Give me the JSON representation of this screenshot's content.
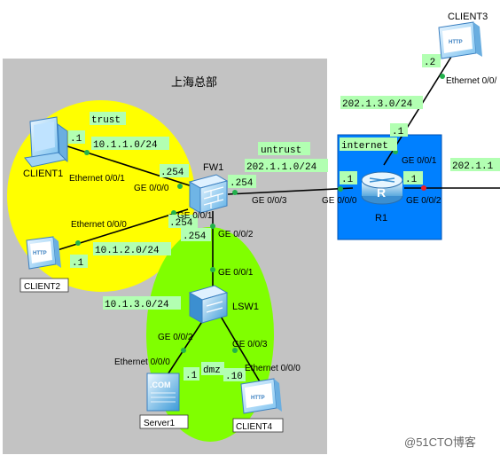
{
  "region": {
    "title": "上海总部"
  },
  "zones": {
    "trust": "trust",
    "untrust": "untrust",
    "dmz": "dmz",
    "internet": "internet"
  },
  "nets": {
    "trust1": "10.1.1.0/24",
    "trust2": "10.1.2.0/24",
    "dmz": "10.1.3.0/24",
    "untrust": "202.1.1.0/24",
    "client3": "202.1.3.0/24",
    "right": "202.1.1"
  },
  "devices": {
    "fw1": "FW1",
    "r1": "R1",
    "lsw1": "LSW1",
    "client1": "CLIENT1",
    "client2": "CLIENT2",
    "client3": "CLIENT3",
    "client4": "CLIENT4",
    "server1": "Server1",
    "server_badge": ".COM",
    "http": "HTTP",
    "router_glyph": "R"
  },
  "ports": {
    "c1_eth": "Ethernet 0/0/1",
    "fw_ge000": "GE 0/0/0",
    "fw_ge001": "GE 0/0/1",
    "c2_eth": "Ethernet 0/0/0",
    "fw_ge003": "GE 0/0/3",
    "r1_ge000": "GE 0/0/0",
    "r1_ge001": "GE 0/0/1",
    "r1_ge002": "GE 0/0/2",
    "fw_ge002": "GE 0/0/2",
    "lsw_ge001": "GE 0/0/1",
    "lsw_ge002": "GE 0/0/2",
    "lsw_ge003": "GE 0/0/3",
    "srv_eth": "Ethernet 0/0/0",
    "c4_eth": "Ethernet 0/0/0",
    "c3_eth": "Ethernet 0/0/"
  },
  "ips": {
    "c1": ".1",
    "fw_trust1": ".254",
    "fw_untrust": ".254",
    "fw_trust2": ".254",
    "fw_dmz": ".254",
    "c2": ".1",
    "r1_left": ".1",
    "r1_top": ".1",
    "r1_right": ".1",
    "c3": ".2",
    "srv": ".1",
    "c4": ".10"
  },
  "watermark": "@51CTO博客",
  "colors": {
    "region_bg": "#c3c3c3",
    "trust_zone": "#ffff00",
    "dmz_zone": "#80ff00",
    "internet_zone": "#0080ff",
    "label_bg": "#b2ffb2"
  }
}
